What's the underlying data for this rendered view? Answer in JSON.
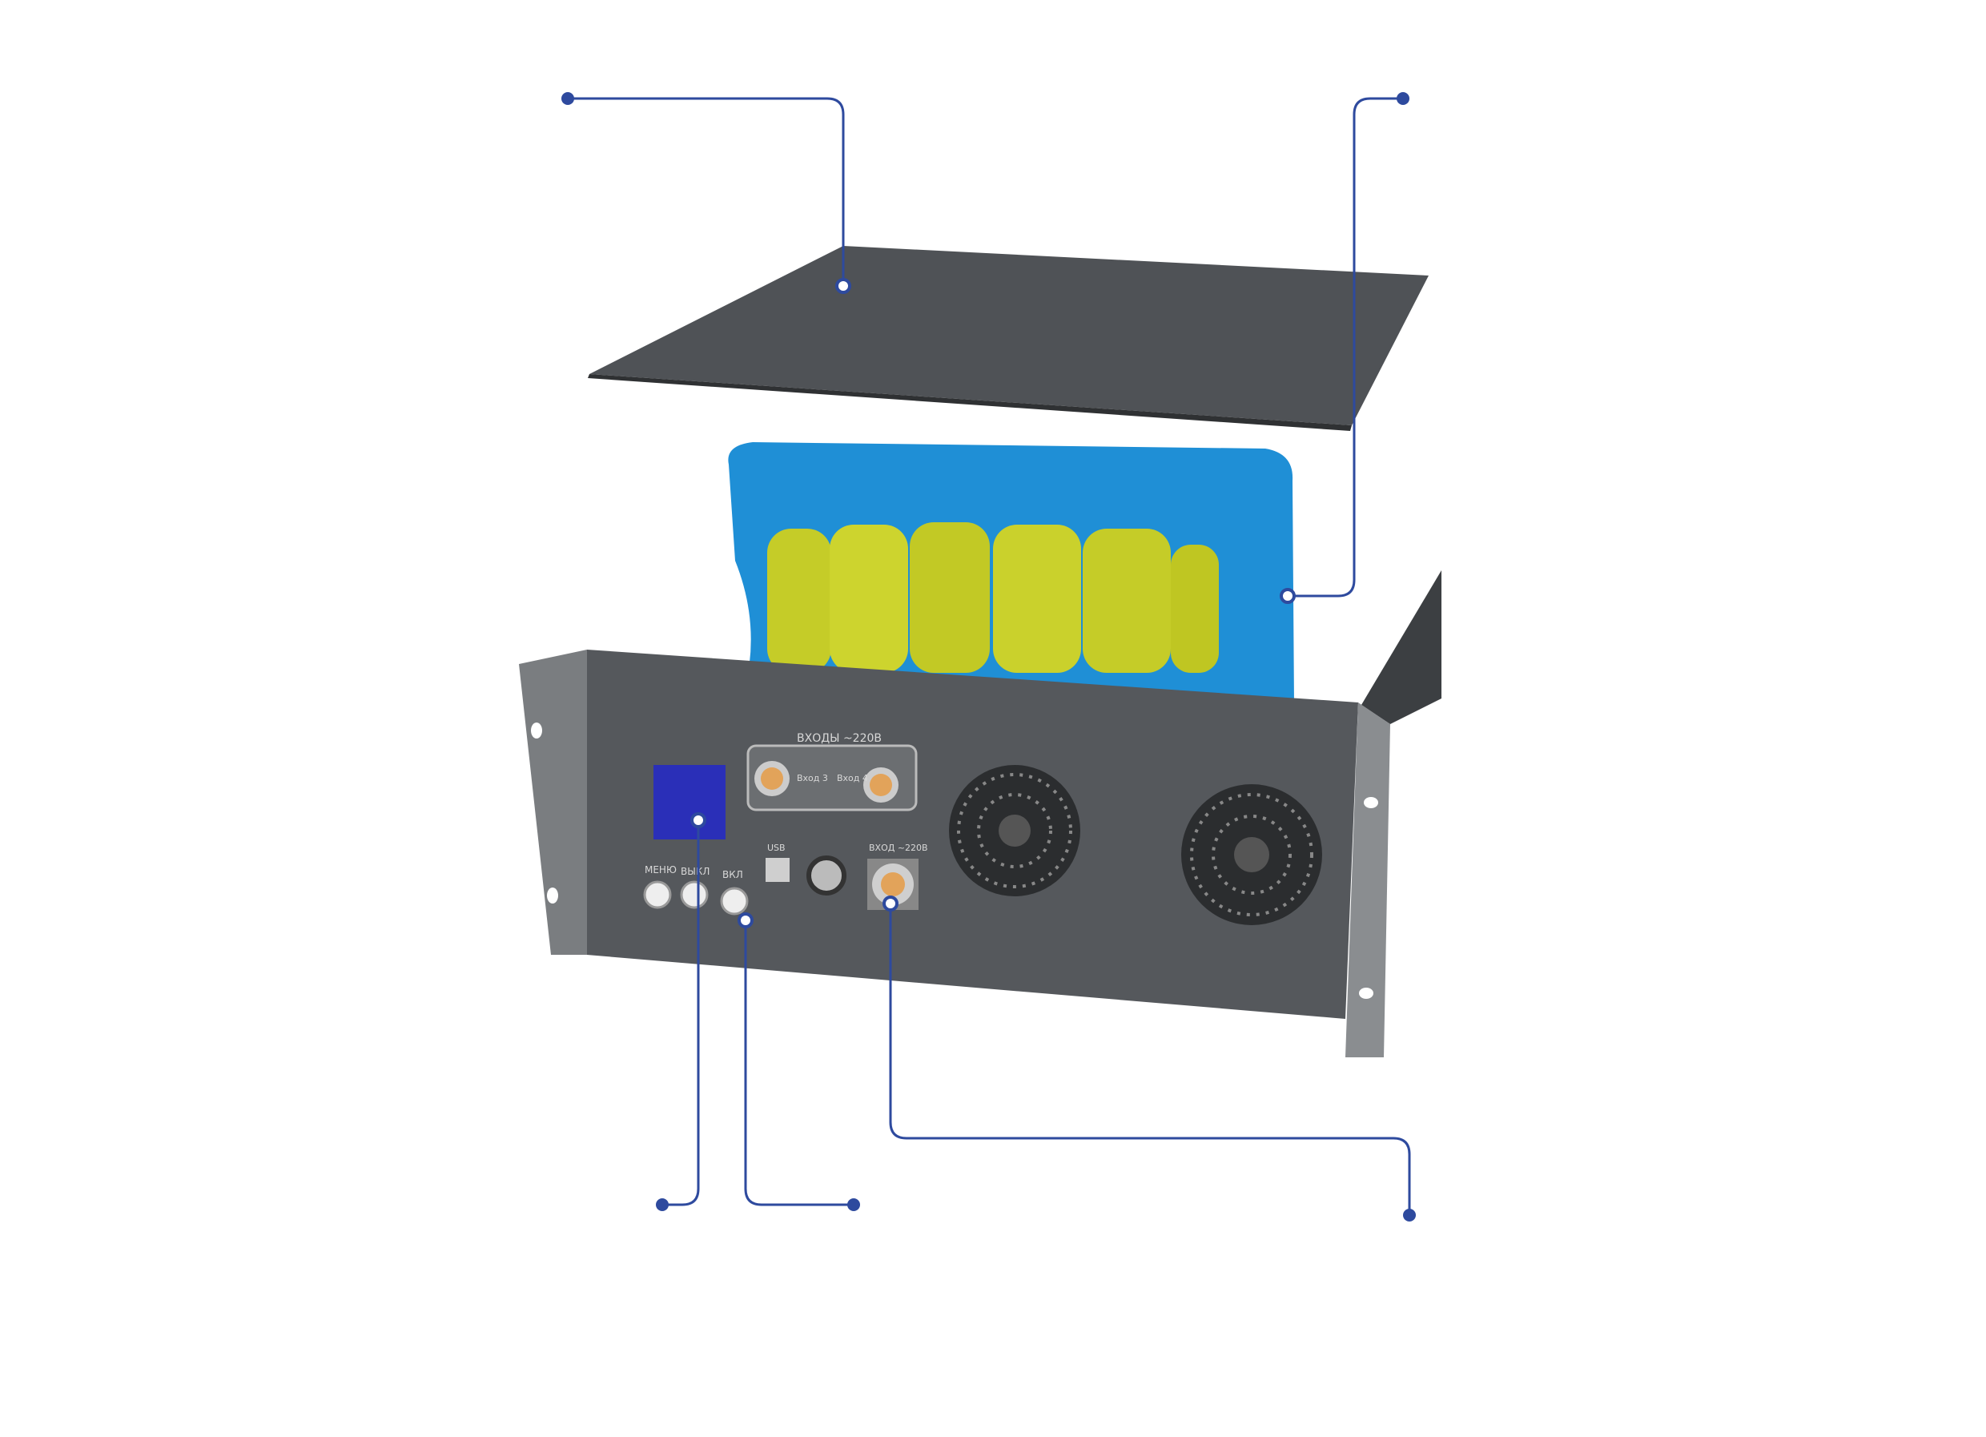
{
  "colors": {
    "callout": "#2e4a9e",
    "metal": "#55585c",
    "metal_dark": "#3e4144",
    "battery_wrap": "#1f8fd6",
    "cells": "#c8cf2a",
    "screen": "#2a2fb8"
  },
  "panel_labels": {
    "inputs": "ВХОДЫ ~220В",
    "input3": "Вход 3",
    "input4": "Вход 4",
    "usb": "USB",
    "input": "ВХОД ~220В",
    "menu": "МЕНЮ",
    "off": "ВЫКЛ",
    "on": "ВКЛ"
  },
  "callouts": [
    {
      "id": "lid"
    },
    {
      "id": "battery-pack"
    },
    {
      "id": "display"
    },
    {
      "id": "buttons"
    },
    {
      "id": "power-connector"
    }
  ]
}
